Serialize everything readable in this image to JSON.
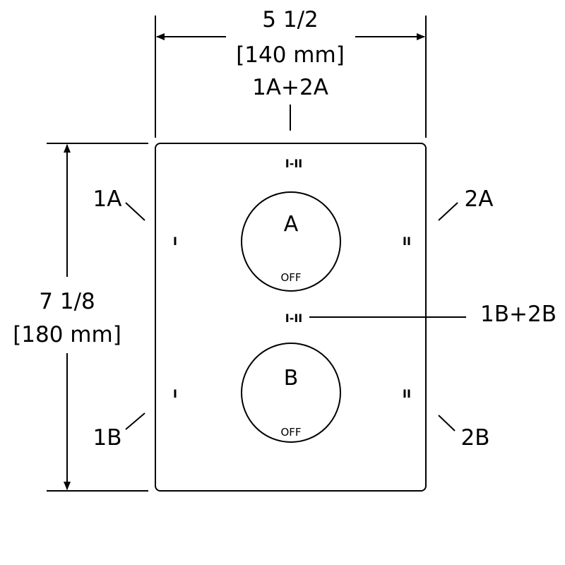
{
  "width_dimension": {
    "imperial": "5 1/2",
    "metric": "[140 mm]"
  },
  "height_dimension": {
    "imperial": "7 1/8",
    "metric": "[180 mm]"
  },
  "callouts": {
    "top_center": "1A+2A",
    "right_middle": "1B+2B",
    "upper_left": "1A",
    "upper_right": "2A",
    "lower_left": "1B",
    "lower_right": "2B"
  },
  "knob_a": {
    "letter": "A",
    "off_label": "OFF",
    "left_mark": "I",
    "right_mark": "II",
    "top_mark": "I-II"
  },
  "knob_b": {
    "letter": "B",
    "off_label": "OFF",
    "left_mark": "I",
    "right_mark": "II",
    "top_mark": "I-II"
  },
  "colors": {
    "line": "#000000",
    "background": "#ffffff"
  }
}
